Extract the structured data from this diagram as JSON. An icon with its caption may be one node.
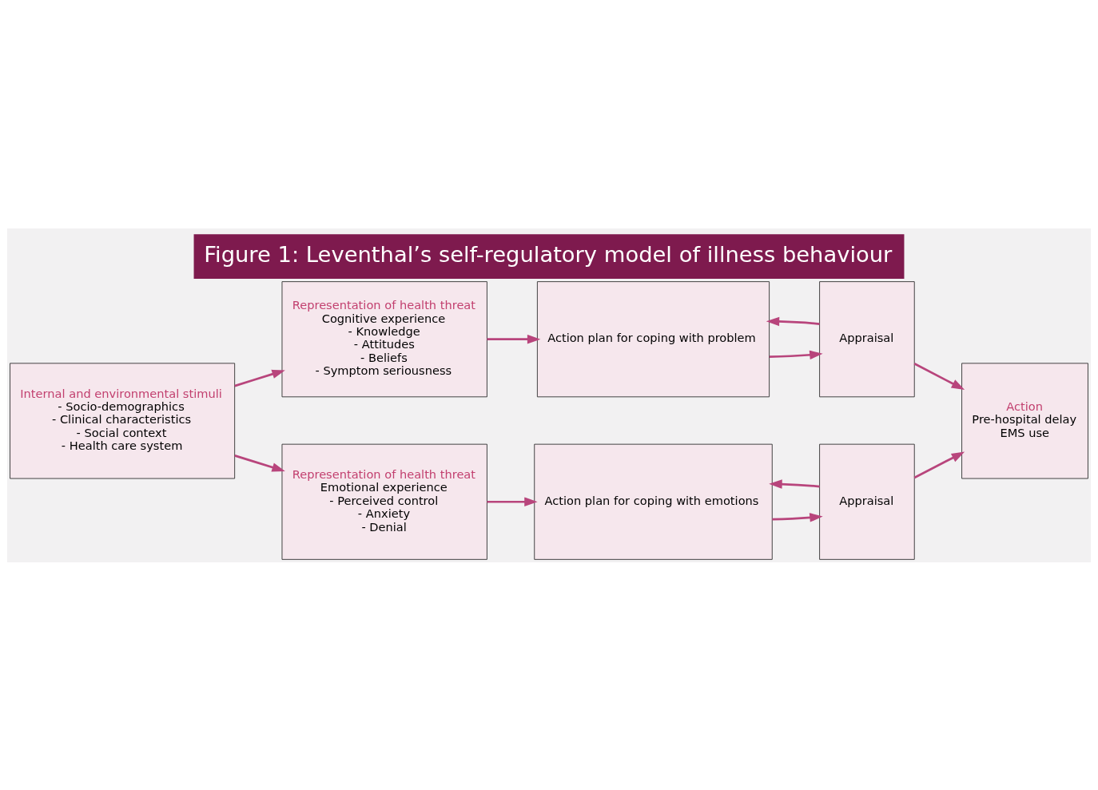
{
  "diagram": {
    "title": "Figure 1: Leventhal’s self-regulatory model of illness behaviour",
    "nodes": [
      {
        "text": [
          "Internal and environmental stimuli",
          "- Socio-demographics",
          "- Clinical characteristics",
          "- Social context",
          "- Health care system"
        ]
      },
      {
        "text": [
          "Representation of health threat",
          "Cognitive experience",
          "- Knowledge",
          "- Attitudes",
          "- Beliefs",
          "- Symptom seriousness"
        ]
      },
      {
        "text": [
          "Action plan for coping with problem"
        ]
      },
      {
        "text": [
          "Appraisal"
        ]
      },
      {
        "text": [
          "Representation of health threat",
          "Emotional experience",
          "- Perceived control",
          "- Anxiety",
          "- Denial"
        ]
      },
      {
        "text": [
          "Action plan for coping with emotions"
        ]
      },
      {
        "text": [
          "Appraisal"
        ]
      },
      {
        "text": [
          "Action",
          "Pre-hospital delay",
          "EMS use"
        ]
      }
    ],
    "edges": [
      {
        "from": 0,
        "to": 1,
        "arrow": "to"
      },
      {
        "from": 0,
        "to": 4,
        "arrow": "to"
      },
      {
        "from": 1,
        "to": 2,
        "arrow": "to"
      },
      {
        "from": 2,
        "to": 3,
        "arrow": "to"
      },
      {
        "from": 3,
        "to": 2,
        "arrow": "to"
      },
      {
        "from": 3,
        "to": 7,
        "arrow": "to"
      },
      {
        "from": 4,
        "to": 5,
        "arrow": "to"
      },
      {
        "from": 5,
        "to": 6,
        "arrow": "to"
      },
      {
        "from": 6,
        "to": 5,
        "arrow": "to"
      },
      {
        "from": 6,
        "to": 7,
        "arrow": "to"
      }
    ]
  }
}
